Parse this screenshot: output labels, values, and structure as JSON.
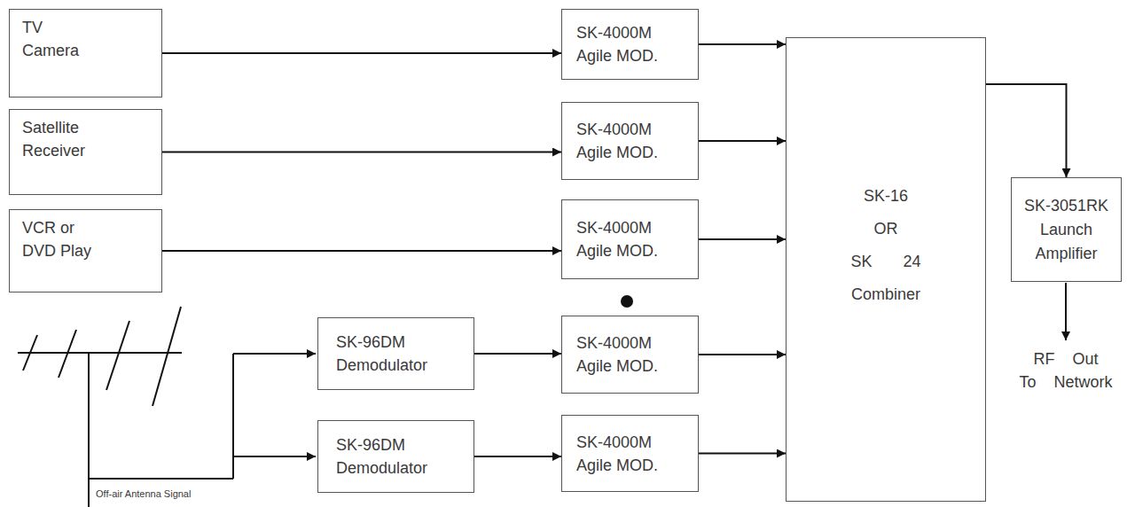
{
  "diagram": {
    "nodes": [
      {
        "text": [
          "TV Camera"
        ]
      },
      {
        "text": [
          "Satellite Receiver"
        ]
      },
      {
        "text": [
          "VCR or DVD Play"
        ]
      },
      {
        "text": [
          "SK-96DM Demodulator"
        ]
      },
      {
        "text": [
          "SK-96DM Demodulator"
        ]
      },
      {
        "text": [
          "SK-4000M Agile MOD."
        ]
      },
      {
        "text": [
          "SK-4000M Agile MOD."
        ]
      },
      {
        "text": [
          "SK-4000M Agile MOD."
        ]
      },
      {
        "text": [
          "SK-4000M Agile MOD."
        ]
      },
      {
        "text": [
          "SK-4000M Agile MOD."
        ]
      },
      {
        "text": [
          "SK-16 OR SK 24 Combiner"
        ]
      },
      {
        "text": [
          "SK-3051RK Launch Amplifier"
        ]
      }
    ],
    "edges": [
      {
        "from": 0,
        "to": 5,
        "arrow": "to"
      },
      {
        "from": 1,
        "to": 6,
        "arrow": "to"
      },
      {
        "from": 2,
        "to": 7,
        "arrow": "to"
      },
      {
        "from": 3,
        "to": 8,
        "arrow": "to"
      },
      {
        "from": 4,
        "to": 9,
        "arrow": "to"
      },
      {
        "from": 5,
        "to": 10,
        "arrow": "to"
      },
      {
        "from": 6,
        "to": 10,
        "arrow": "to"
      },
      {
        "from": 7,
        "to": 10,
        "arrow": "to"
      },
      {
        "from": 8,
        "to": 10,
        "arrow": "to"
      },
      {
        "from": 9,
        "to": 10,
        "arrow": "to"
      },
      {
        "from": 10,
        "to": 11,
        "arrow": "to"
      }
    ],
    "labels": [
      "RF Out To Network",
      "Off-air Antenna Signal"
    ]
  }
}
